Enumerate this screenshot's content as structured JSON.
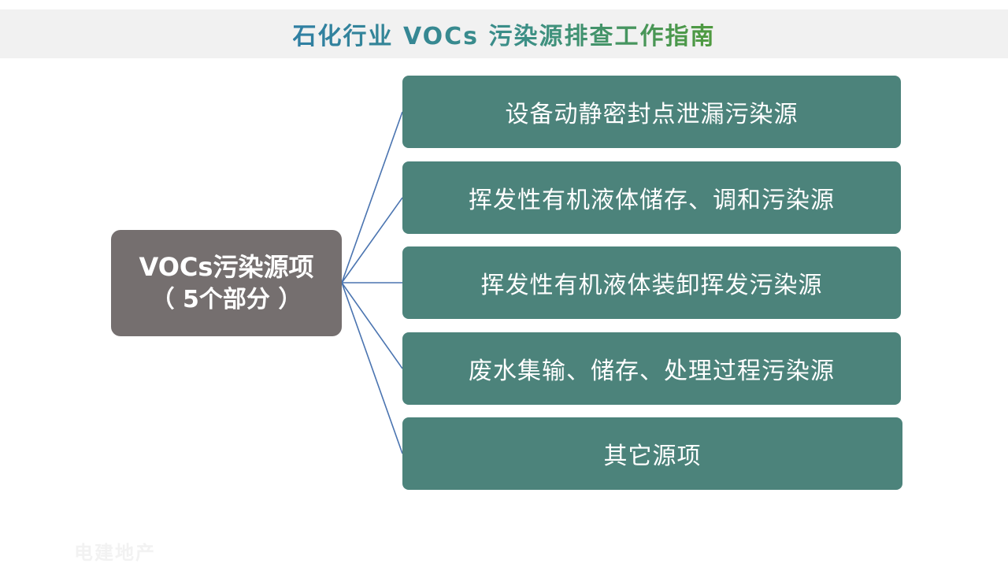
{
  "title": "石化行业 VOCs 污染源排查工作指南",
  "root": {
    "line1": "VOCs污染源项",
    "line2": "（ 5个部分 ）"
  },
  "branches": [
    {
      "label": "设备动静密封点泄漏污染源"
    },
    {
      "label": "挥发性有机液体储存、调和污染源"
    },
    {
      "label": "挥发性有机液体装卸挥发污染源"
    },
    {
      "label": "废水集输、储存、处理过程污染源"
    },
    {
      "label": "其它源项"
    }
  ],
  "watermark": "电建地产",
  "colors": {
    "root_fill": "#756f6f",
    "branch_fill": "#4c837b",
    "connector": "#4a74b0",
    "title_bar": "#f1f1f1"
  }
}
